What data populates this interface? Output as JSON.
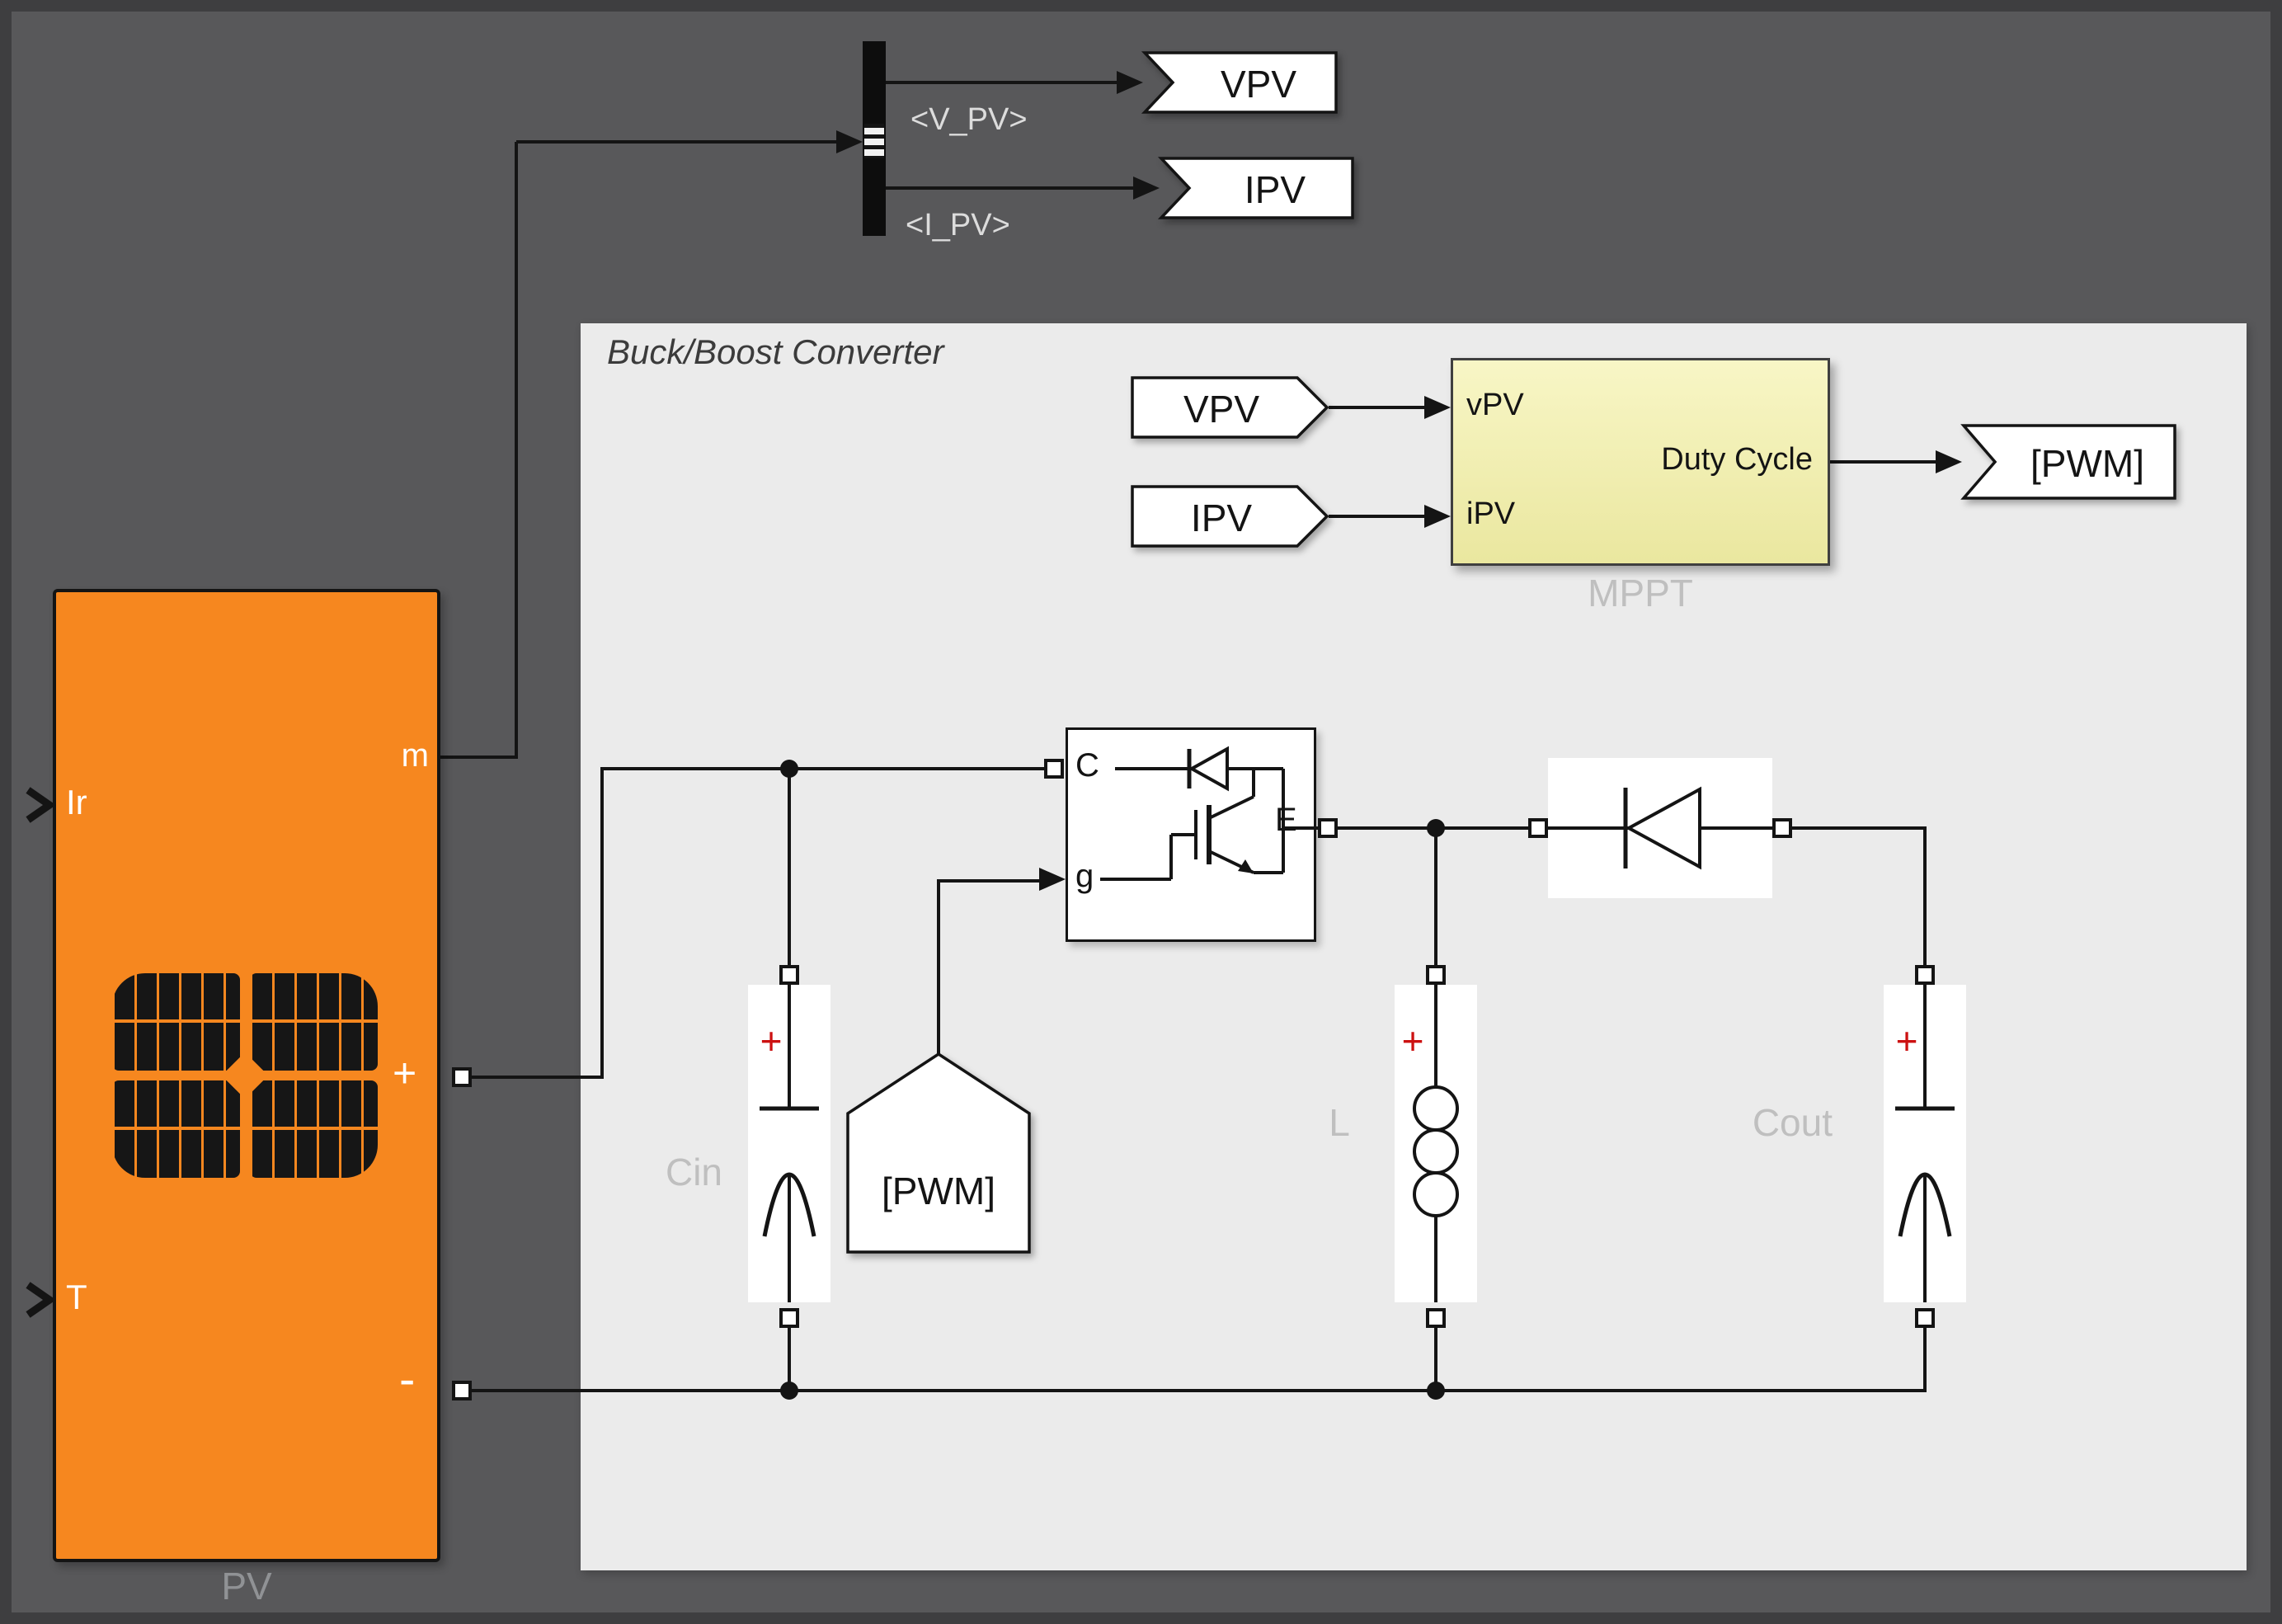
{
  "area": {
    "title": "Buck/Boost Converter"
  },
  "pv": {
    "name": "PV",
    "port_ir": "Ir",
    "port_t": "T",
    "port_m": "m",
    "port_plus": "+",
    "port_minus": "-"
  },
  "bus_labels": {
    "v_pv": "<V_PV>",
    "i_pv": "<I_PV>"
  },
  "goto_tags": {
    "vpv": "VPV",
    "ipv": "IPV",
    "pwm": "[PWM]"
  },
  "from_tags": {
    "vpv": "VPV",
    "ipv": "IPV",
    "pwm": "[PWM]"
  },
  "mppt": {
    "name": "MPPT",
    "port_vpv": "vPV",
    "port_ipv": "iPV",
    "port_out": "Duty Cycle"
  },
  "igbt": {
    "port_c": "C",
    "port_e": "E",
    "port_g": "g"
  },
  "passives": {
    "cin_label": "Cin",
    "inductor_label": "L",
    "cout_label": "Cout",
    "polarity": "+"
  },
  "colors": {
    "canvas": "#58585a",
    "frame": "#3e3e40",
    "area_fill": "#ebebeb",
    "pv_orange": "#f6871f",
    "mppt_top": "#f8f6c6",
    "mppt_bottom": "#eae79f",
    "wire": "#141414",
    "red": "#cc1111",
    "label_gray_light": "#bfbfbf",
    "label_gray_dark": "#909295"
  }
}
